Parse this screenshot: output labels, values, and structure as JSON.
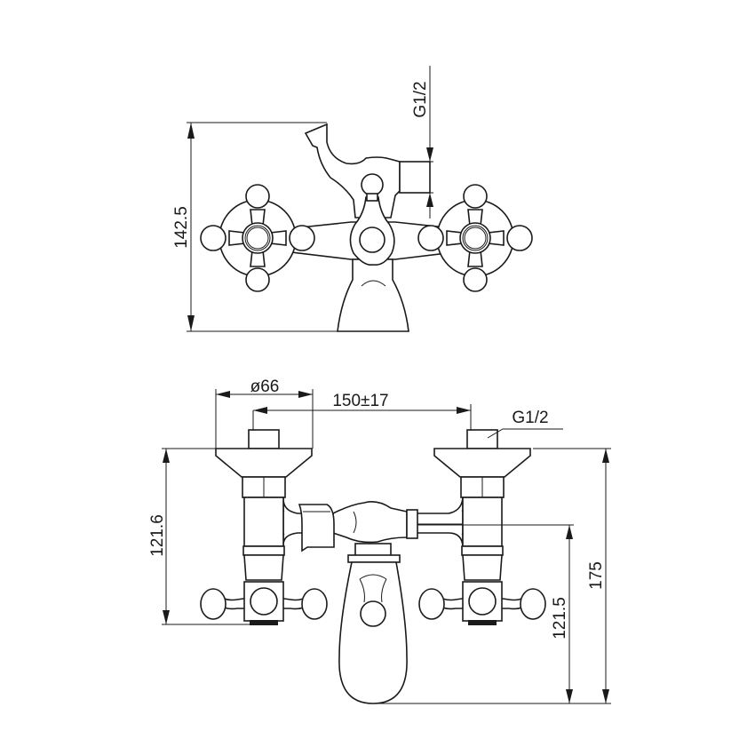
{
  "drawing": {
    "top_view": {
      "height_dim": "142.5",
      "inlet_thread": "G1/2"
    },
    "front_view": {
      "flange_diameter": "ø66",
      "center_distance": "150±17",
      "inlet_thread": "G1/2",
      "inlet_height": "121.6",
      "total_height": "175",
      "spout_height": "121.5"
    },
    "line_color": "#1a1a1a"
  }
}
